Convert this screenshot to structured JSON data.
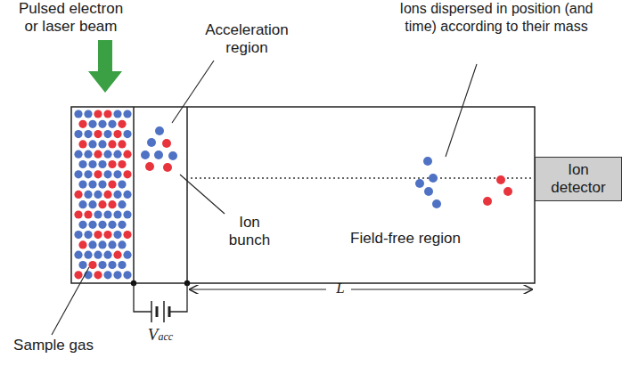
{
  "diagram": {
    "nodes": [
      {
        "text": [
          "Ion detector"
        ]
      }
    ],
    "labels": [
      "Pulsed electron or laser beam",
      "Acceleration region",
      "Ions dispersed in position (and time) according to their mass",
      "Ion bunch",
      "Field-free region",
      "L",
      "Sample gas",
      "Vacc"
    ]
  }
}
